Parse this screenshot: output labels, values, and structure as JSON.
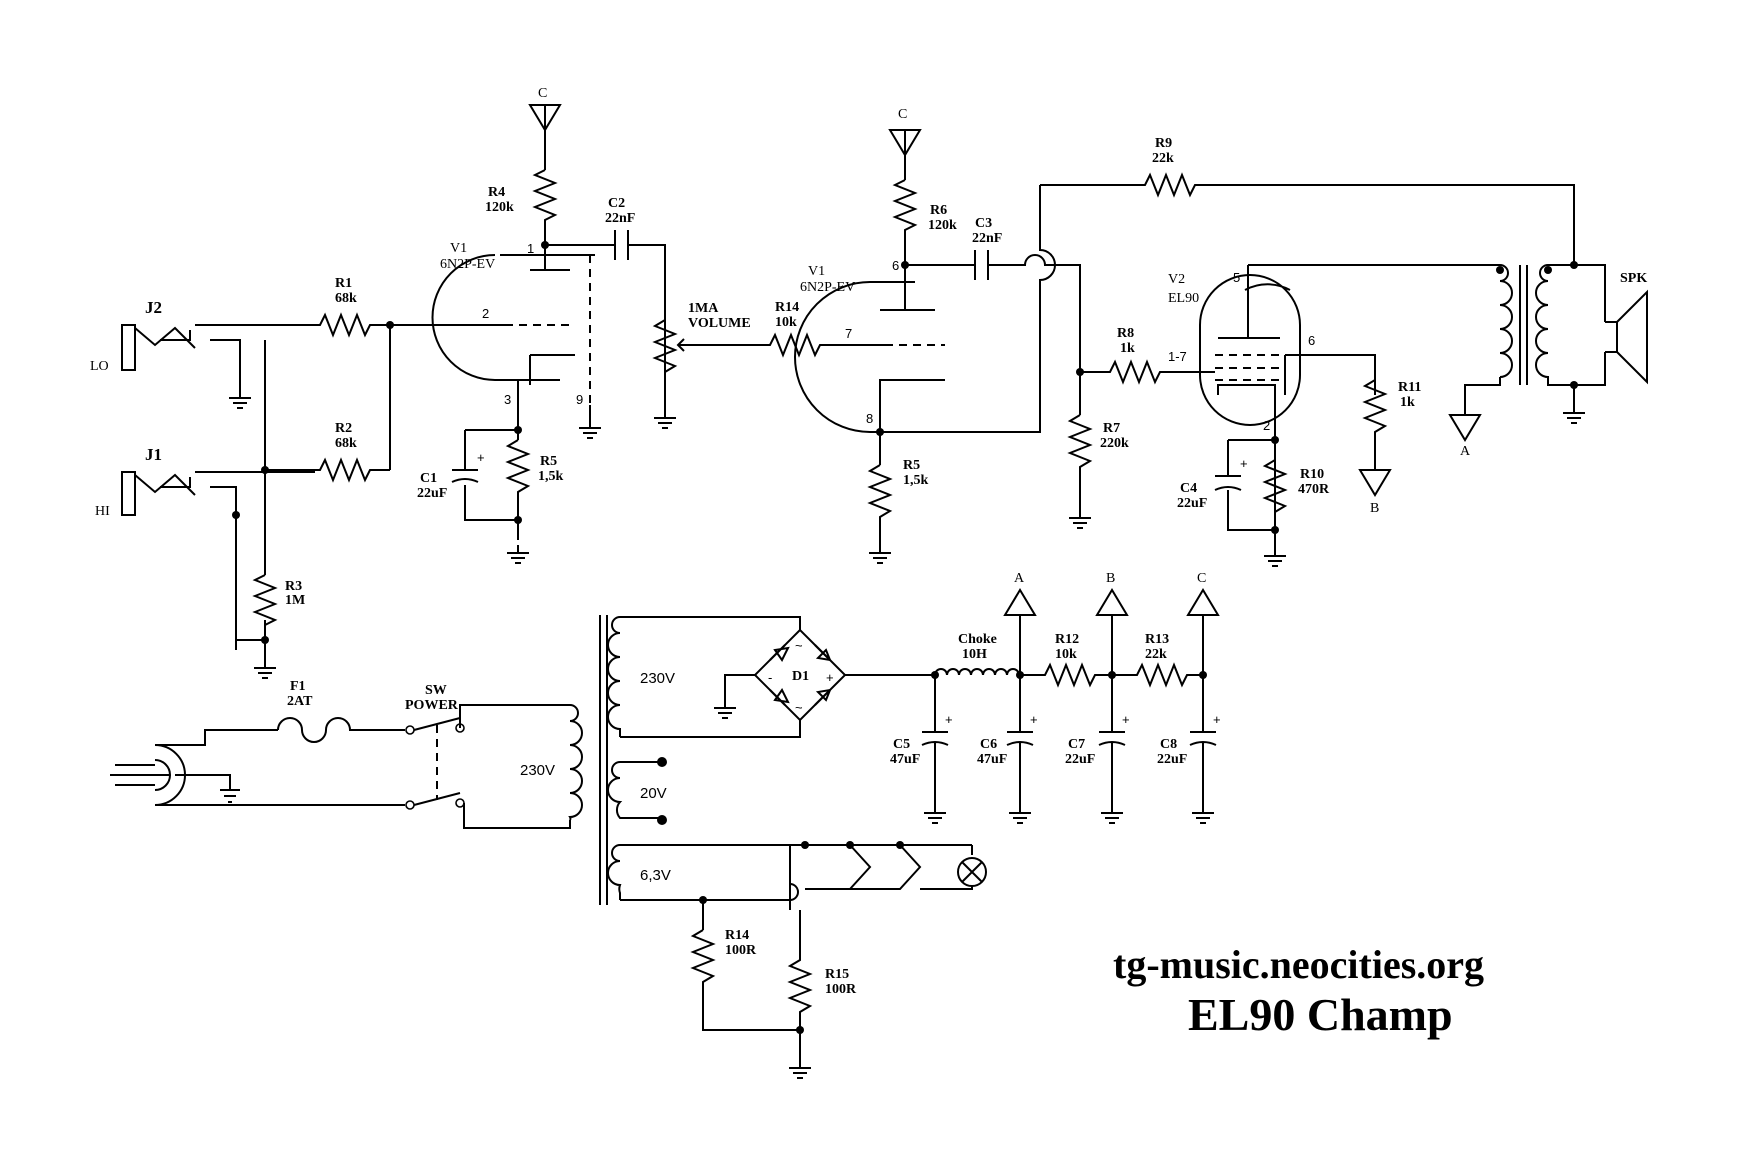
{
  "title": "EL90 Champ",
  "website": "tg-music.neocities.org",
  "jacks": {
    "j2": {
      "name": "J2",
      "label": "LO"
    },
    "j1": {
      "name": "J1",
      "label": "HI"
    },
    "spk": "SPK"
  },
  "rails": {
    "a": "A",
    "b": "B",
    "c": "C"
  },
  "resistors": {
    "r1": {
      "ref": "R1",
      "value": "68k"
    },
    "r2": {
      "ref": "R2",
      "value": "68k"
    },
    "r3": {
      "ref": "R3",
      "value": "1M"
    },
    "r4": {
      "ref": "R4",
      "value": "120k"
    },
    "r5a": {
      "ref": "R5",
      "value": "1,5k"
    },
    "r5b": {
      "ref": "R5",
      "value": "1,5k"
    },
    "r6": {
      "ref": "R6",
      "value": "120k"
    },
    "r7": {
      "ref": "R7",
      "value": "220k"
    },
    "r8": {
      "ref": "R8",
      "value": "1k"
    },
    "r9": {
      "ref": "R9",
      "value": "22k"
    },
    "r10": {
      "ref": "R10",
      "value": "470R"
    },
    "r11": {
      "ref": "R11",
      "value": "1k"
    },
    "r12": {
      "ref": "R12",
      "value": "10k"
    },
    "r13": {
      "ref": "R13",
      "value": "22k"
    },
    "r14a": {
      "ref": "R14",
      "value": "10k"
    },
    "r14b": {
      "ref": "R14",
      "value": "100R"
    },
    "r15": {
      "ref": "R15",
      "value": "100R"
    }
  },
  "capacitors": {
    "c1": {
      "ref": "C1",
      "value": "22uF"
    },
    "c2": {
      "ref": "C2",
      "value": "22nF"
    },
    "c3": {
      "ref": "C3",
      "value": "22nF"
    },
    "c4": {
      "ref": "C4",
      "value": "22uF"
    },
    "c5": {
      "ref": "C5",
      "value": "47uF"
    },
    "c6": {
      "ref": "C6",
      "value": "47uF"
    },
    "c7": {
      "ref": "C7",
      "value": "22uF"
    },
    "c8": {
      "ref": "C8",
      "value": "22uF"
    }
  },
  "tubes": {
    "v1a": {
      "ref": "V1",
      "type": "6N2P-EV",
      "pins": [
        "1",
        "2",
        "3",
        "9"
      ]
    },
    "v1b": {
      "ref": "V1",
      "type": "6N2P-EV",
      "pins": [
        "6",
        "7",
        "8"
      ]
    },
    "v2": {
      "ref": "V2",
      "type": "EL90",
      "pins": [
        "5",
        "1-7",
        "6",
        "2"
      ]
    }
  },
  "pot": {
    "value": "1MA",
    "name": "VOLUME"
  },
  "power": {
    "fuse": {
      "ref": "F1",
      "value": "2AT"
    },
    "switch": {
      "ref": "SW",
      "name": "POWER"
    },
    "primary": "230V",
    "sec_hv": "230V",
    "sec_20": "20V",
    "sec_heater": "6,3V",
    "bridge": "D1",
    "choke": {
      "ref": "Choke",
      "value": "10H"
    },
    "polarity_plus": "+",
    "polarity_minus": "-",
    "ac_mark": "~"
  }
}
